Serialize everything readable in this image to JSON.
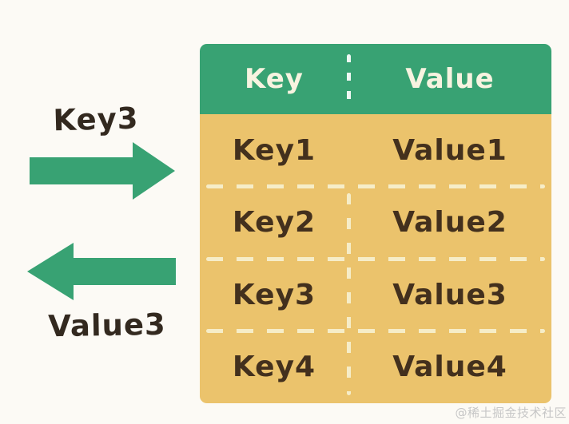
{
  "diagram": {
    "description": "hand-drawn key-value mapping table",
    "colors": {
      "header_green": "#38a273",
      "body_tan": "#ebc36c",
      "dash_cream": "#f6edc8",
      "header_text": "#f7f3e0",
      "cell_text": "#43301d",
      "side_label_text": "#33291f",
      "arrow_green": "#38a273",
      "page_background": "#fcfaf5",
      "watermark_gray": "#c6c6c6"
    }
  },
  "left_panel": {
    "lookup_label": "Key3",
    "result_label": "Value3"
  },
  "table": {
    "header": {
      "key": "Key",
      "value": "Value"
    },
    "rows": [
      {
        "key": "Key1",
        "value": "Value1"
      },
      {
        "key": "Key2",
        "value": "Value2"
      },
      {
        "key": "Key3",
        "value": "Value3"
      },
      {
        "key": "Key4",
        "value": "Value4"
      }
    ]
  },
  "watermark": "@稀土掘金技术社区"
}
